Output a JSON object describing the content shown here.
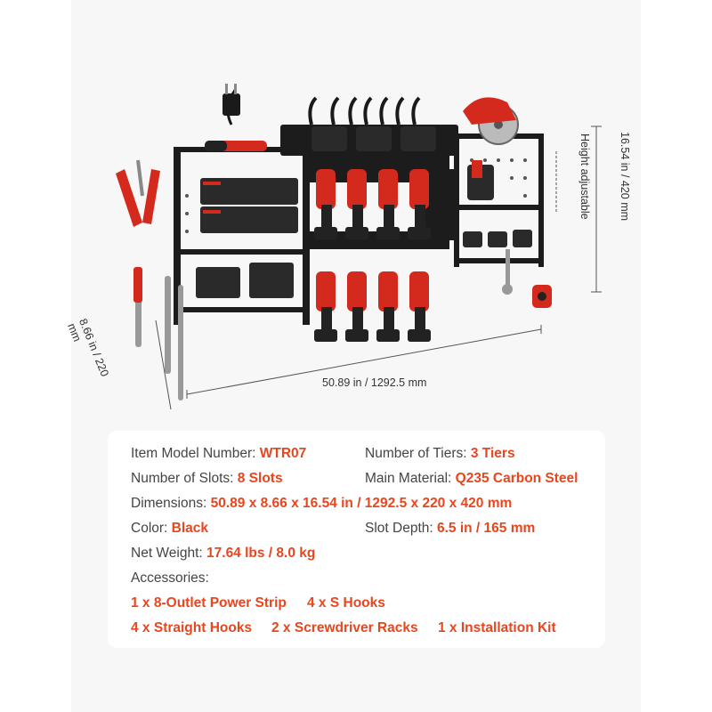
{
  "dimensions": {
    "width": "50.89 in  / 1292.5 mm",
    "depth": "8.66 in / 220 mm",
    "height": "16.54 in / 420 mm",
    "adjustable": "Height adjustable"
  },
  "specs": {
    "model": {
      "label": "Item Model Number:",
      "value": "WTR07"
    },
    "tiers": {
      "label": "Number of Tiers:",
      "value": "3 Tiers"
    },
    "slots": {
      "label": "Number of Slots:",
      "value": "8 Slots"
    },
    "material": {
      "label": "Main Material:",
      "value": "Q235 Carbon Steel"
    },
    "dims": {
      "label": "Dimensions:",
      "value": "50.89 x 8.66 x 16.54 in / 1292.5 x 220 x 420 mm"
    },
    "color": {
      "label": "Color:",
      "value": "Black"
    },
    "slot_depth": {
      "label": "Slot Depth:",
      "value": "6.5 in / 165 mm"
    },
    "weight": {
      "label": "Net Weight:",
      "value": "17.64 lbs / 8.0 kg"
    },
    "accessories_label": "Accessories:",
    "accessories": [
      "1 x 8-Outlet Power Strip",
      "4 x S Hooks",
      "4 x Straight Hooks",
      "2 x Screwdriver Racks",
      "1 x Installation Kit"
    ]
  },
  "colors": {
    "accent": "#e8461f",
    "rack": "#1c1c1c",
    "tool_red": "#d42a1e"
  }
}
